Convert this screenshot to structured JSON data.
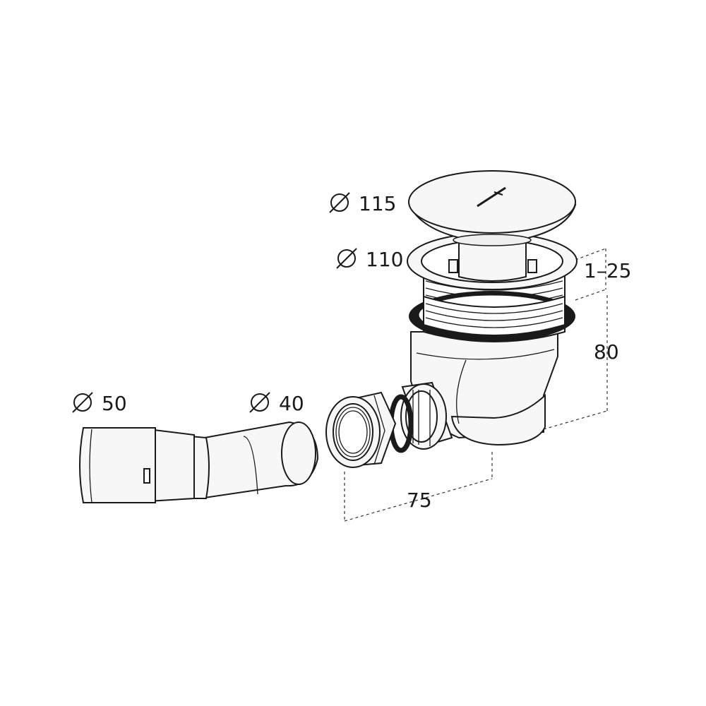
{
  "labels": {
    "cover_diameter": "115",
    "flange_diameter": "110",
    "tile_range": "1–25",
    "height": "80",
    "pipe_outer_diameter": "50",
    "pipe_inner_diameter": "40",
    "outlet_length": "75"
  },
  "colors": {
    "line": "#1a1a1a",
    "fill": "#f7f7f7",
    "seal": "#1a1a1a"
  }
}
